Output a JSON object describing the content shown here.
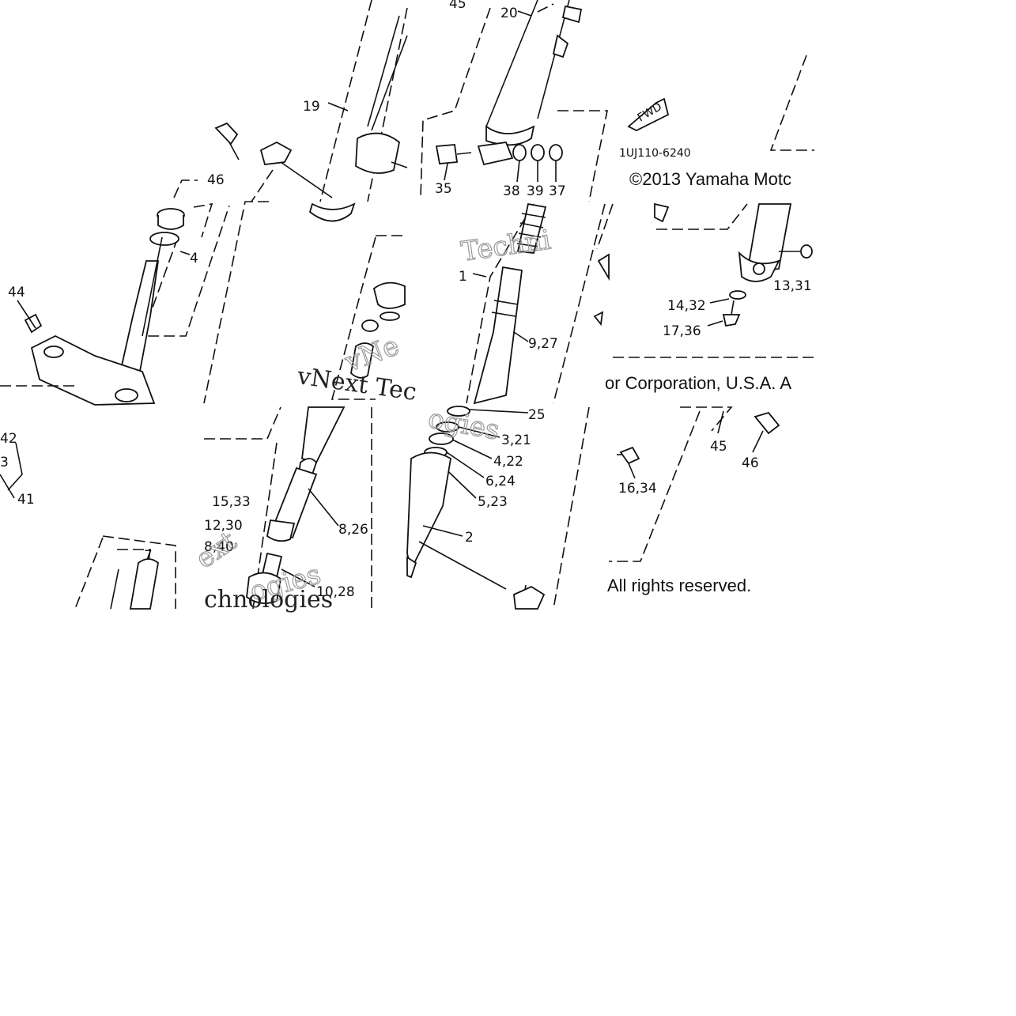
{
  "drawing_code": "1UJ110-6240",
  "fwd_label": "FWD",
  "copyright_line1": "©2013 Yamaha Motc",
  "copyright_line2": "or Corporation, U.S.A. A",
  "copyright_line3": "All rights reserved.",
  "watermark": {
    "text_a": "Techni",
    "text_b": "vNext Tec",
    "text_c": "vNe",
    "text_d": "ogies",
    "text_e": "ext",
    "text_f": "ogies",
    "text_g": "chnologies"
  },
  "callouts": {
    "c45_top": "45",
    "c20": "20",
    "c19": "19",
    "c46_left": "46",
    "c4": "4",
    "c44": "44",
    "c35": "35",
    "c38": "38",
    "c39": "39",
    "c37": "37",
    "c1": "1",
    "c9_27": "9,27",
    "c13_31": "13,31",
    "c14_32": "14,32",
    "c17_36": "17,36",
    "c25": "25",
    "c3_21": "3,21",
    "c4_22": "4,22",
    "c6_24": "6,24",
    "c5_23": "5,23",
    "c2": "2",
    "c42": "42",
    "c3": "3",
    "c41": "41",
    "c15_33": "15,33",
    "c12_30": "12,30",
    "c8_40": "8,40",
    "c8_26": "8,26",
    "c10_28": "10,28",
    "c7": "7",
    "c16_34": "16,34",
    "c45_right": "45",
    "c46_right": "46"
  }
}
